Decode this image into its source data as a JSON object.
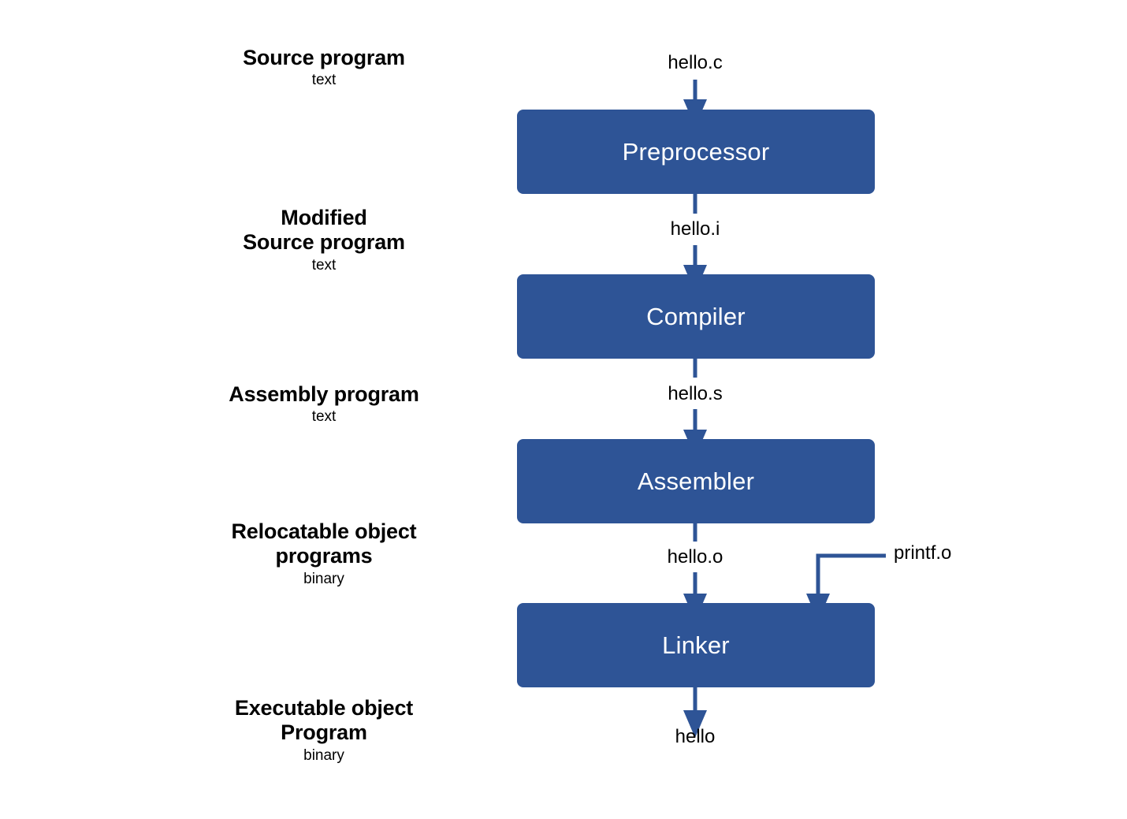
{
  "diagram": {
    "title": "Compilation system pipeline",
    "accent_color": "#2E5496",
    "text_color": "#000000",
    "box_text_color": "#FFFFFF",
    "background": "#FFFFFF"
  },
  "stages": [
    {
      "id": "source-program",
      "title": "Source program",
      "sub": "text"
    },
    {
      "id": "modified-source-program",
      "title": "Modified\nSource program",
      "sub": "text"
    },
    {
      "id": "assembly-program",
      "title": "Assembly program",
      "sub": "text"
    },
    {
      "id": "relocatable-object-programs",
      "title": "Relocatable object\nprograms",
      "sub": "binary"
    },
    {
      "id": "executable-object-program",
      "title": "Executable object\nProgram",
      "sub": "binary"
    }
  ],
  "boxes": [
    {
      "id": "preprocessor",
      "label": "Preprocessor"
    },
    {
      "id": "compiler",
      "label": "Compiler"
    },
    {
      "id": "assembler",
      "label": "Assembler"
    },
    {
      "id": "linker",
      "label": "Linker"
    }
  ],
  "edges": [
    {
      "id": "hello-c",
      "label": "hello.c",
      "from": "input",
      "to": "preprocessor"
    },
    {
      "id": "hello-i",
      "label": "hello.i",
      "from": "preprocessor",
      "to": "compiler"
    },
    {
      "id": "hello-s",
      "label": "hello.s",
      "from": "compiler",
      "to": "assembler"
    },
    {
      "id": "hello-o",
      "label": "hello.o",
      "from": "assembler",
      "to": "linker"
    },
    {
      "id": "printf-o",
      "label": "printf.o",
      "from": "library",
      "to": "linker"
    },
    {
      "id": "hello",
      "label": "hello",
      "from": "linker",
      "to": "output"
    }
  ]
}
